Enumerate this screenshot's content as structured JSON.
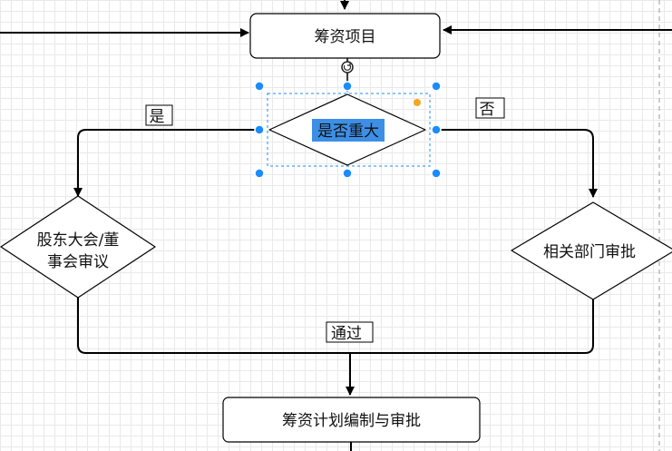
{
  "nodes": {
    "project": "筹资项目",
    "decision": "是否重大",
    "board_line1": "股东大会/董",
    "board_line2": "事会审议",
    "dept": "相关部门审批",
    "plan": "筹资计划编制与审批"
  },
  "edge_labels": {
    "yes": "是",
    "no": "否",
    "pass": "通过"
  },
  "colors": {
    "stroke": "#000000",
    "selection": "#1a8cff",
    "highlight": "#3d8fe6",
    "accent_dot": "#f5a623"
  }
}
